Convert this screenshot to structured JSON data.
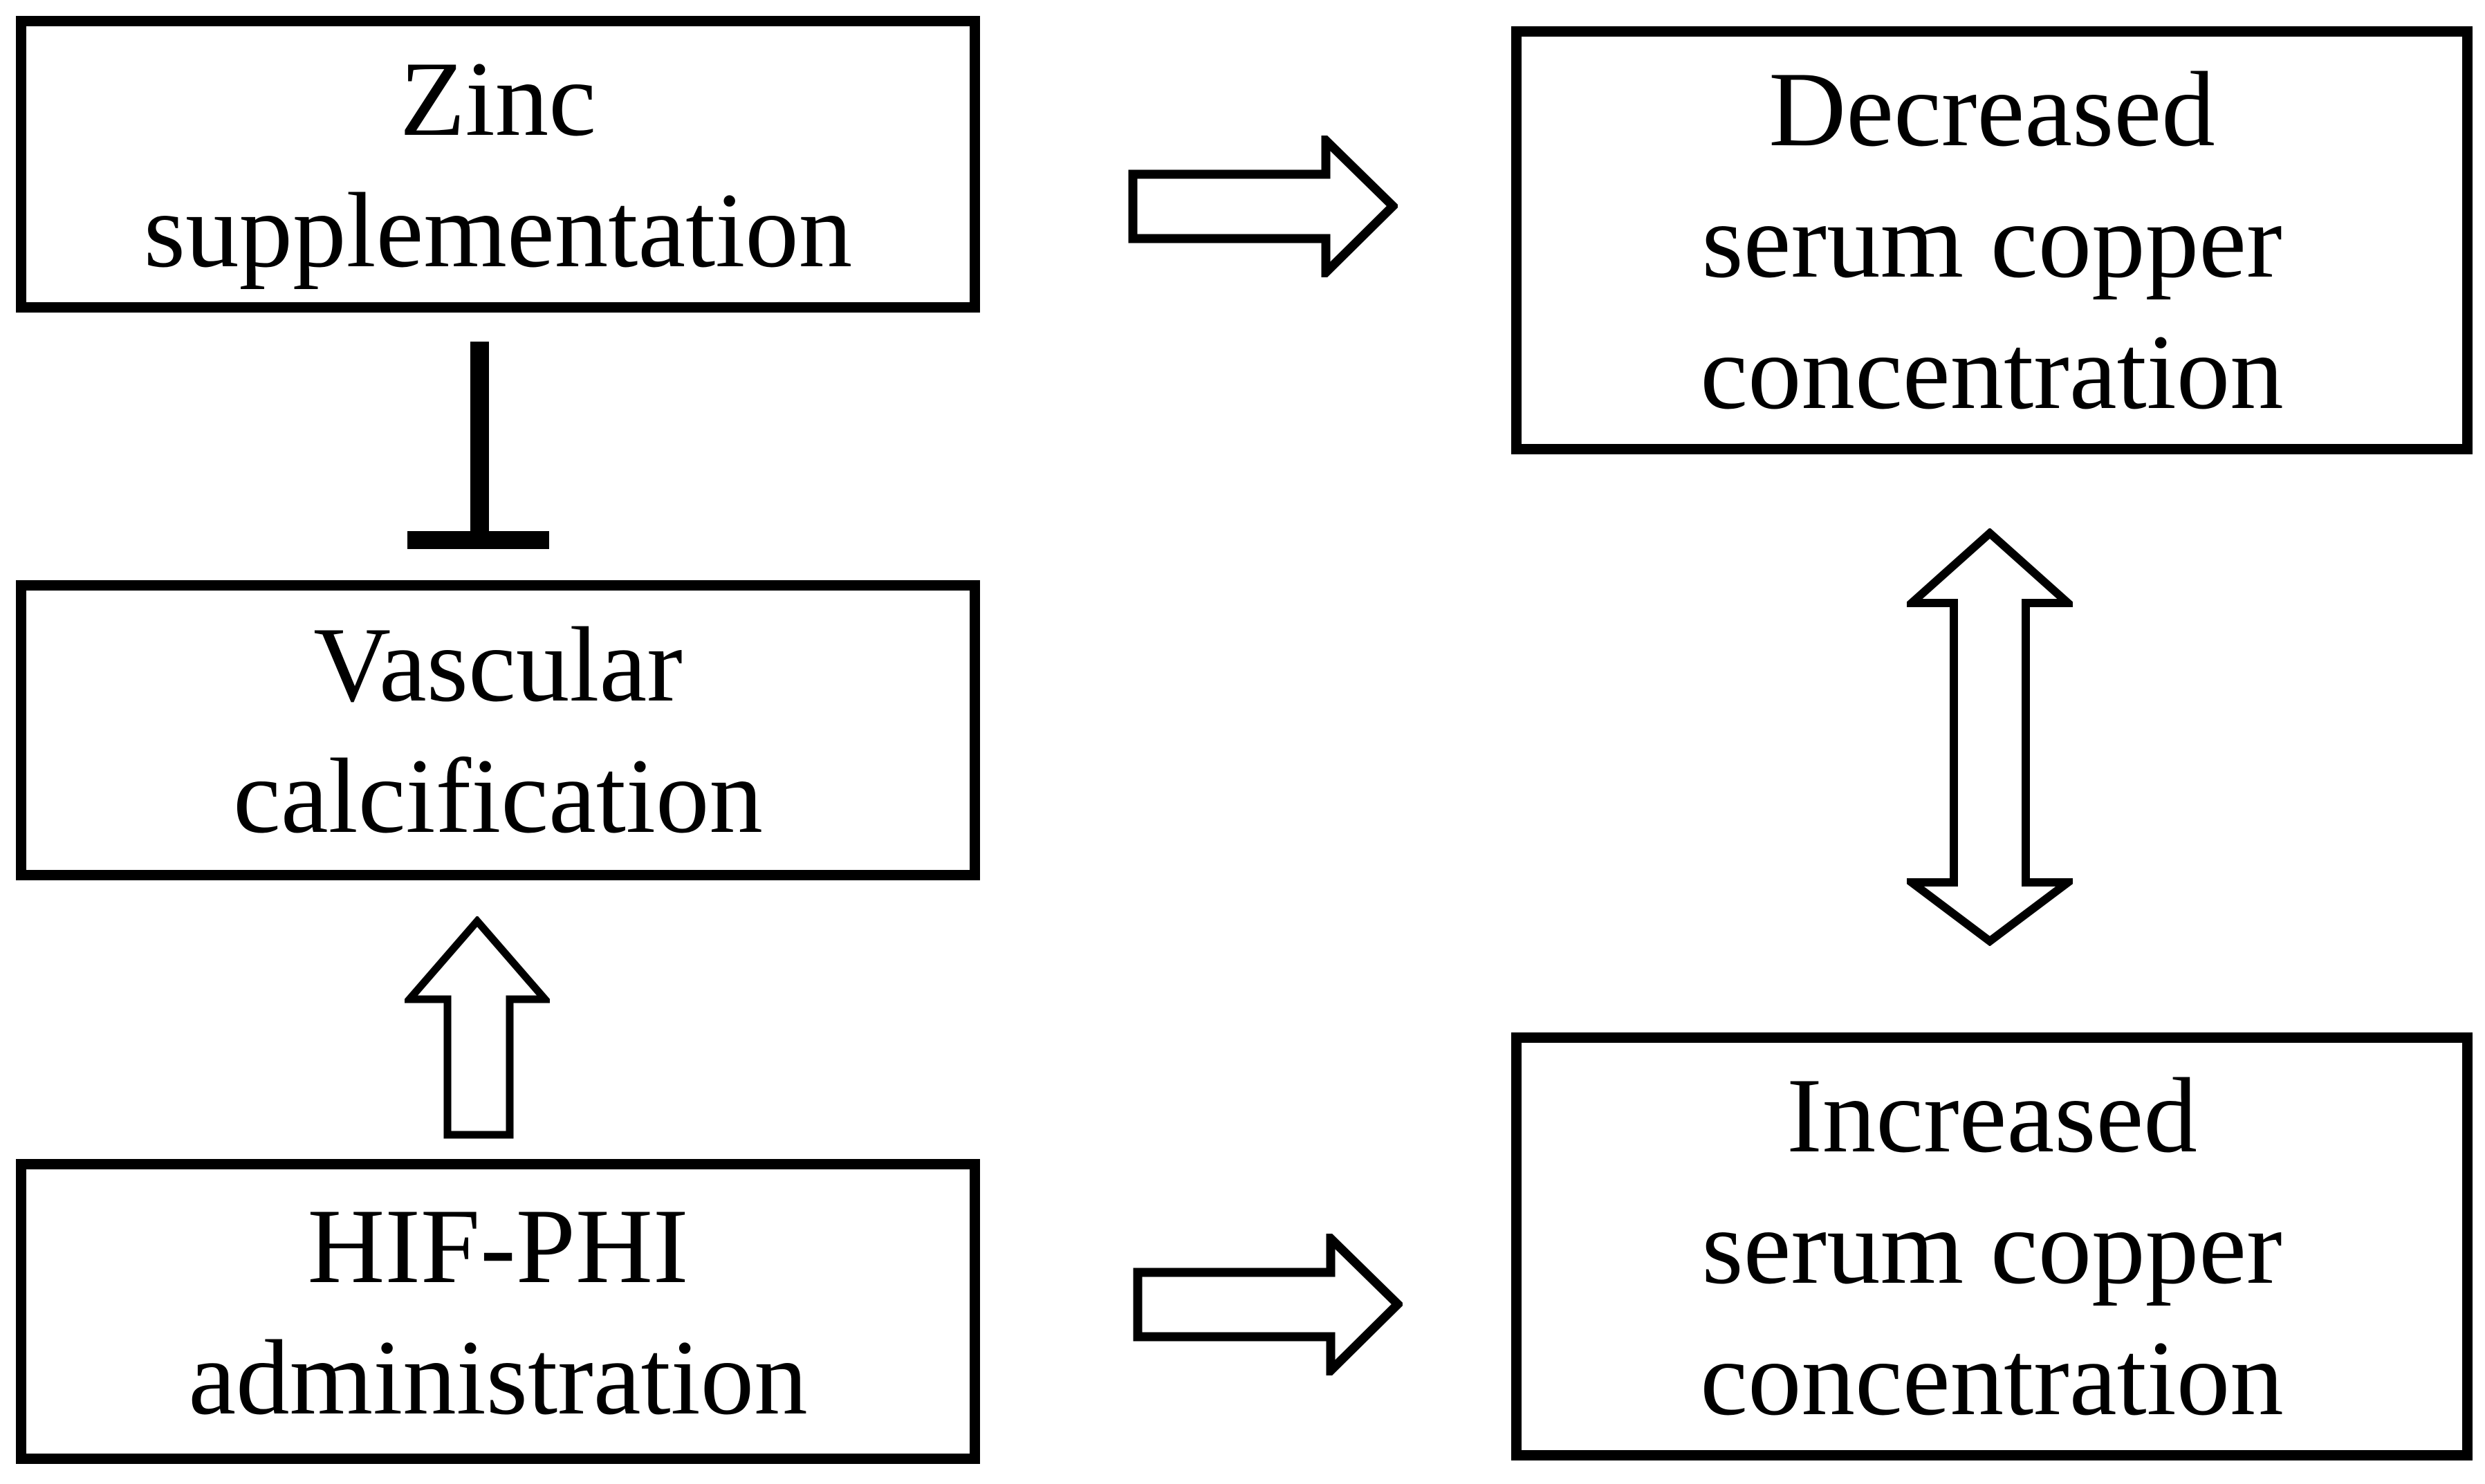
{
  "figure": {
    "background_color": "#ffffff",
    "line_color": "#000000",
    "text_color": "#000000",
    "box_fill_color": "#ffffff"
  },
  "boxes": {
    "zinc_supplementation": {
      "lines": [
        "Zinc",
        "supplementation"
      ]
    },
    "decreased_serum_copper": {
      "lines": [
        "Decreased",
        "serum copper",
        "concentration"
      ]
    },
    "vascular_calcification": {
      "lines": [
        "Vascular",
        "calcification"
      ]
    },
    "hif_phi_administration": {
      "lines": [
        "HIF-PHI",
        "administration"
      ]
    },
    "increased_serum_copper": {
      "lines": [
        "Increased",
        "serum copper",
        "concentration"
      ]
    }
  },
  "connectors": [
    {
      "type": "block-arrow-right",
      "from": "Zinc supplementation",
      "to": "Decreased serum copper concentration"
    },
    {
      "type": "inhibition-t-bar-down",
      "from": "Zinc supplementation",
      "to": "Vascular calcification"
    },
    {
      "type": "block-arrow-up",
      "from": "HIF-PHI administration",
      "to": "Vascular calcification"
    },
    {
      "type": "block-arrow-right",
      "from": "HIF-PHI administration",
      "to": "Increased serum copper concentration"
    },
    {
      "type": "block-arrow-double-vertical",
      "between": [
        "Decreased serum copper concentration",
        "Increased serum copper concentration"
      ]
    }
  ]
}
